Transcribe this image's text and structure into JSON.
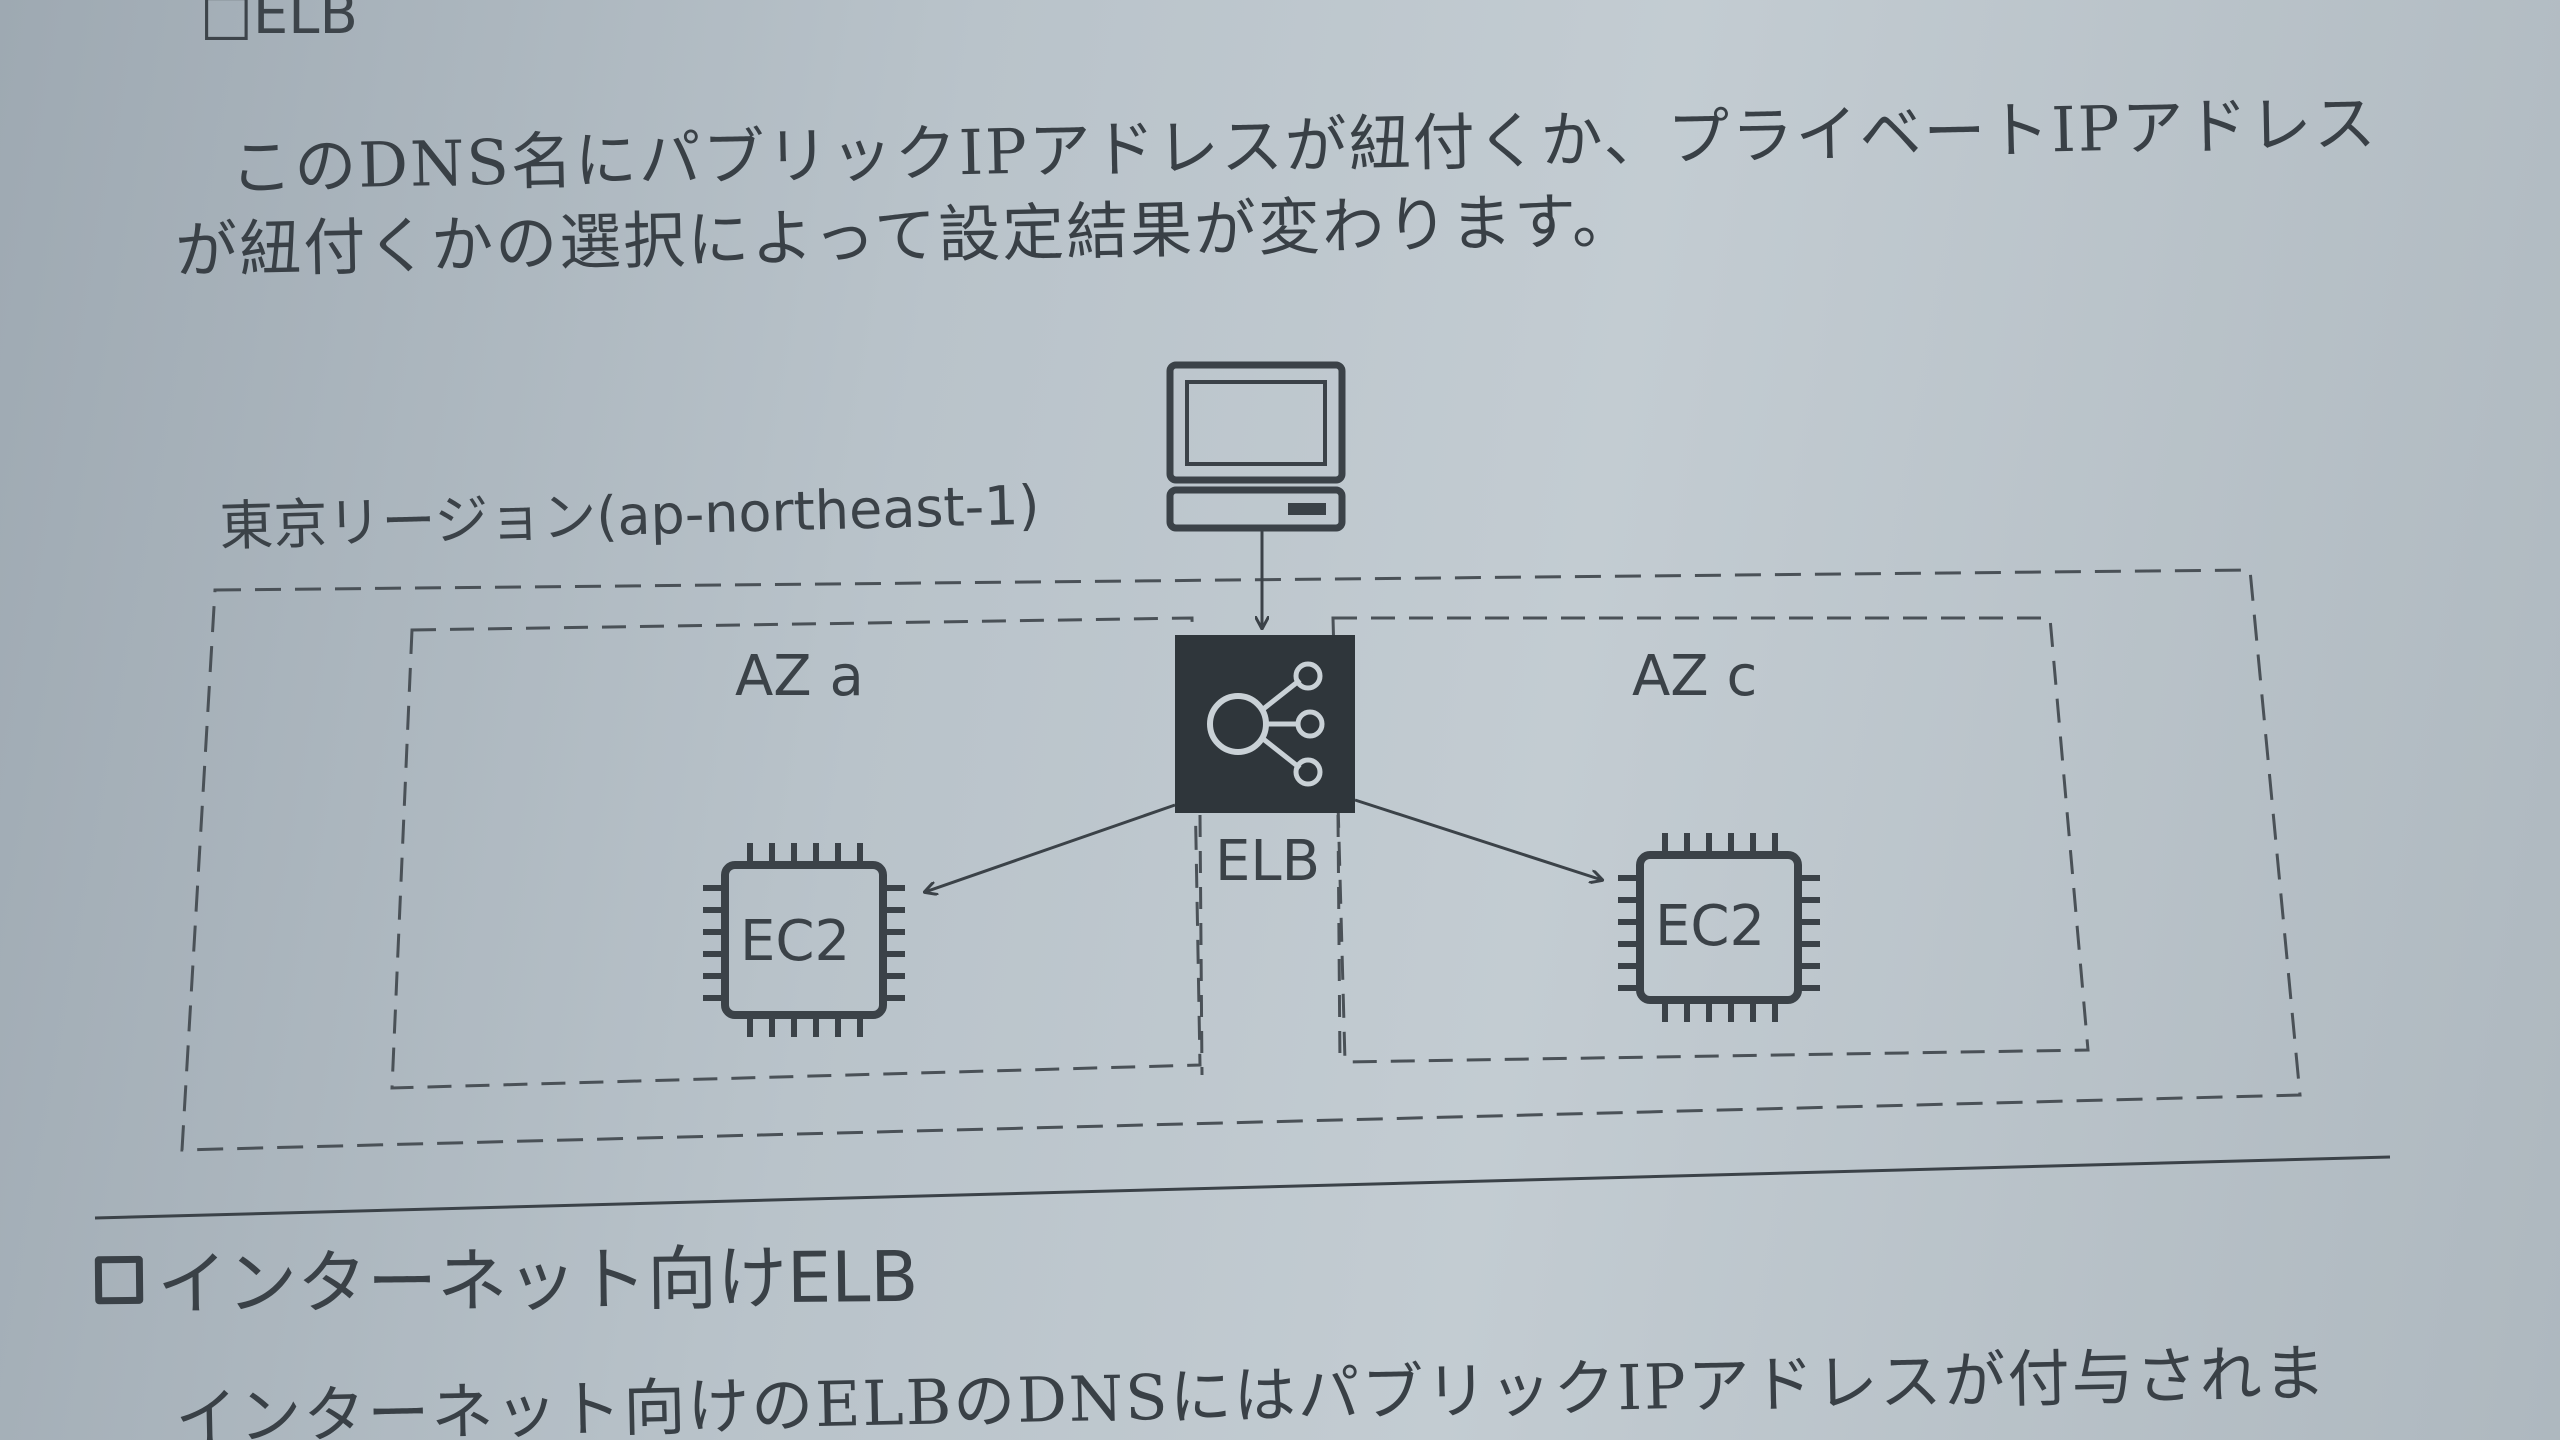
{
  "heading_fragment": "□ELB",
  "paragraph": {
    "line1": "このDNS名にパブリックIPアドレスが紐付くか、プライベートIPアドレス",
    "line2": "が紐付くかの選択によって設定結果が変わります。"
  },
  "diagram": {
    "region_label": "東京リージョン(ap-northeast-1)",
    "az_a_label": "AZ a",
    "az_c_label": "AZ c",
    "elb_label": "ELB",
    "ec2_left_label": "EC2",
    "ec2_right_label": "EC2",
    "icons": [
      "computer-icon",
      "elb-icon",
      "ec2-chip-icon"
    ]
  },
  "section": {
    "bullet": "□",
    "title": "インターネット向けELB"
  },
  "next_paragraph": {
    "line1": "インターネット向けのELBのDNSにはパブリックIPアドレスが付与されま"
  }
}
